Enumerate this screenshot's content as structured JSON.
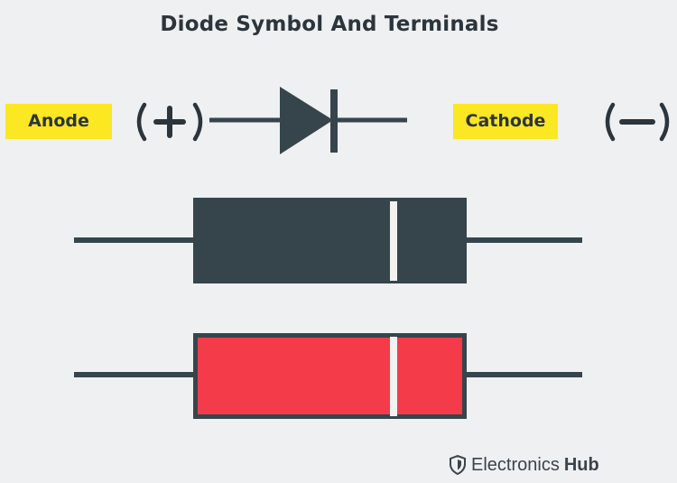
{
  "title": "Diode Symbol And Terminals",
  "labels": {
    "anode": "Anode",
    "cathode": "Cathode"
  },
  "polarity": {
    "anode_sign": "(+)",
    "cathode_sign": "(—)"
  },
  "brand": {
    "name": "Electronics",
    "name_bold": "Hub",
    "icon": "shield-icon"
  },
  "colors": {
    "background": "#eff0f2",
    "dark": "#36454c",
    "label_bg": "#fbe722",
    "red_body": "#f43b4a",
    "stripe": "#f2f2f2"
  }
}
